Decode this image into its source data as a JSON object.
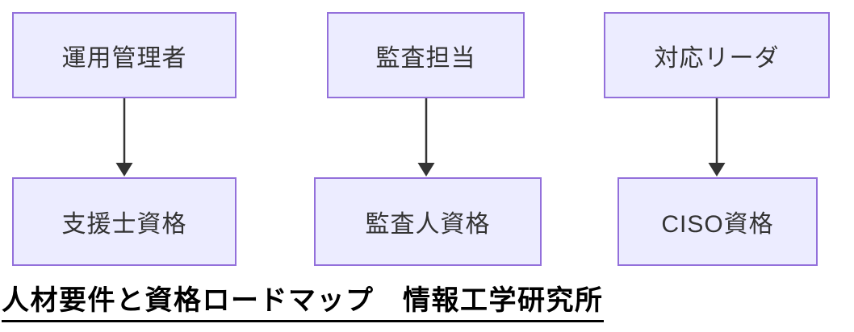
{
  "diagram": {
    "type": "flowchart",
    "direction": "top-to-bottom",
    "columns": [
      {
        "role": "運用管理者",
        "qualification": "支援士資格"
      },
      {
        "role": "監査担当",
        "qualification": "監査人資格"
      },
      {
        "role": "対応リーダ",
        "qualification": "CISO資格"
      }
    ],
    "edges": [
      {
        "from": "運用管理者",
        "to": "支援士資格"
      },
      {
        "from": "監査担当",
        "to": "監査人資格"
      },
      {
        "from": "対応リーダ",
        "to": "CISO資格"
      }
    ],
    "caption": "人材要件と資格ロードマップ　情報工学研究所",
    "colors": {
      "node_fill": "#ECECFF",
      "node_border": "#9370DB",
      "node_text": "#333333",
      "arrow": "#333333",
      "caption": "#000000"
    }
  }
}
